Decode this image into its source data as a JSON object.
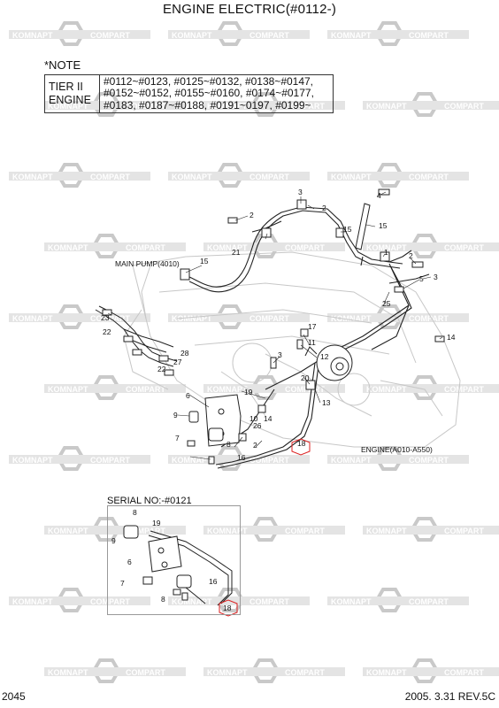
{
  "title": "ENGINE ELECTRIC(#0112-)",
  "note": {
    "label": "*NOTE",
    "engine_line1": "TIER II",
    "engine_line2": "ENGINE",
    "serials_line1": "#0112~#0123, #0125~#0132, #0138~#0147,",
    "serials_line2": "#0152~#0152, #0155~#0160, #0174~#0177,",
    "serials_line3": "#0183, #0187~#0188, #0191~0197, #0199~"
  },
  "labels": {
    "main_pump": "MAIN PUMP(4010)",
    "engine": "ENGINE(A010-A550)",
    "serial": "SERIAL NO:-#0121"
  },
  "footer": {
    "page": "2045",
    "revision": "2005. 3.31  REV.5C"
  },
  "watermark": {
    "left": "KOMNAPT",
    "right": "COMPART",
    "color": "#c9c9c9"
  },
  "callouts": {
    "main": [
      "3",
      "2",
      "2",
      "4",
      "15",
      "21",
      "15",
      "15",
      "1",
      "2",
      "3",
      "5",
      "25",
      "23",
      "22",
      "22",
      "28",
      "27",
      "17",
      "11",
      "12",
      "14",
      "3",
      "20",
      "13",
      "6",
      "19",
      "10",
      "9",
      "14",
      "26",
      "7",
      "2",
      "8",
      "16",
      "18"
    ],
    "inset": [
      "8",
      "19",
      "9",
      "6",
      "7",
      "16",
      "8",
      "18"
    ]
  }
}
